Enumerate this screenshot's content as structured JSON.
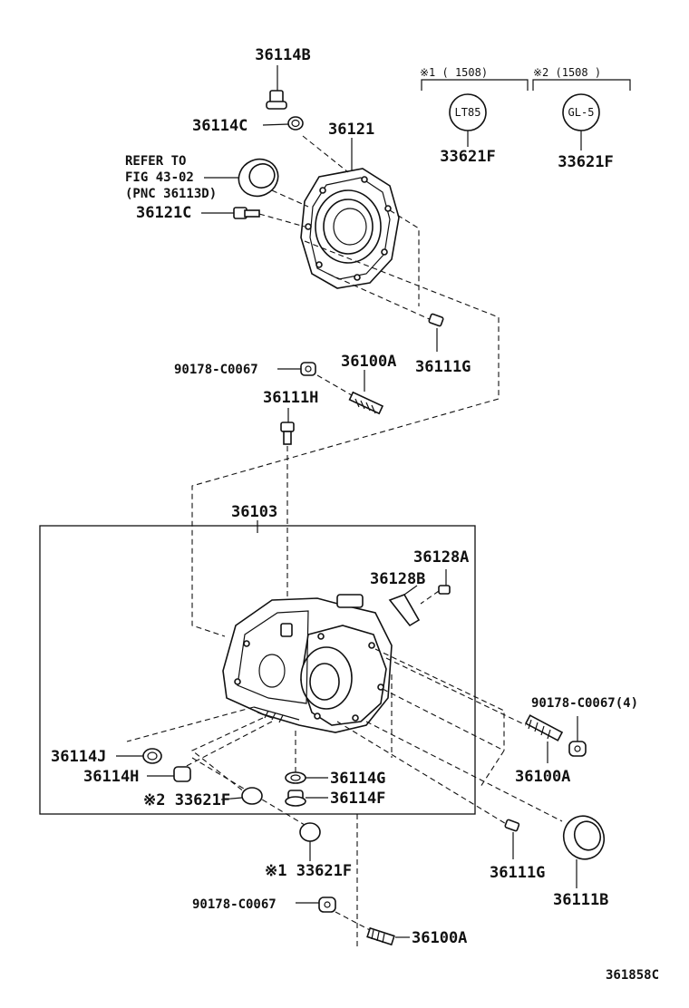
{
  "labels": {
    "p36114B_top": "36114B",
    "p36114C": "36114C",
    "p36121": "36121",
    "refer_line1": "REFER TO",
    "refer_line2": "FIG 43-02",
    "refer_line3": "(PNC 36113D)",
    "p36121C": "36121C",
    "p90178_top": "90178-C0067",
    "p36100A_top": "36100A",
    "p36111G_top": "36111G",
    "p36111H": "36111H",
    "p36103": "36103",
    "p36128A": "36128A",
    "p36128B": "36128B",
    "p90178_right": "90178-C0067(4)",
    "p36100A_right": "36100A",
    "p36114J": "36114J",
    "p36114H": "36114H",
    "p33621F_mark2": "※2 33621F",
    "p36114G": "36114G",
    "p36114F": "36114F",
    "p33621F_mark1": "※1 33621F",
    "p36111G_bottom": "36111G",
    "p36111B": "36111B",
    "p90178_bottom": "90178-C0067",
    "p36100A_bottom": "36100A",
    "figure_code": "361858C"
  },
  "variants": {
    "note1": "※1 (      1508)",
    "note2": "※2 (1508      )",
    "fluid1_circle": "LT85",
    "fluid1_part": "33621F",
    "fluid2_circle": "GL-5",
    "fluid2_part": "33621F"
  }
}
